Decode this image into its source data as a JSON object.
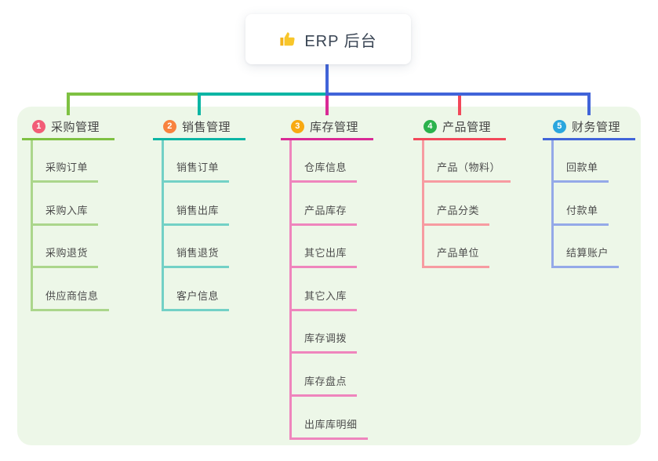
{
  "root": {
    "title": "ERP 后台",
    "icon": "thumbs-up",
    "connector_color": "#4164d9",
    "text_color": "#3a4554"
  },
  "panel": {
    "bg_color": "#edf7e8"
  },
  "branches": [
    {
      "num": "1",
      "title": "采购管理",
      "badge_color": "#f25d77",
      "line_color": "#7ec142",
      "leaf_color": "#abd68b",
      "children": [
        "采购订单",
        "采购入库",
        "采购退货",
        "供应商信息"
      ]
    },
    {
      "num": "2",
      "title": "销售管理",
      "badge_color": "#f8823e",
      "line_color": "#0cb5a4",
      "leaf_color": "#73d1c6",
      "children": [
        "销售订单",
        "销售出库",
        "销售退货",
        "客户信息"
      ]
    },
    {
      "num": "3",
      "title": "库存管理",
      "badge_color": "#f8a912",
      "line_color": "#d92a96",
      "leaf_color": "#ef85bd",
      "children": [
        "仓库信息",
        "产品库存",
        "其它出库",
        "其它入库",
        "库存调拨",
        "库存盘点",
        "出库库明细"
      ]
    },
    {
      "num": "4",
      "title": "产品管理",
      "badge_color": "#2bb24c",
      "line_color": "#f2485a",
      "leaf_color": "#f79ba1",
      "children": [
        "产品（物料）",
        "产品分类",
        "产品单位"
      ]
    },
    {
      "num": "5",
      "title": "财务管理",
      "badge_color": "#2aa6de",
      "line_color": "#4164d9",
      "leaf_color": "#94a9e8",
      "children": [
        "回款单",
        "付款单",
        "结算账户"
      ]
    }
  ]
}
